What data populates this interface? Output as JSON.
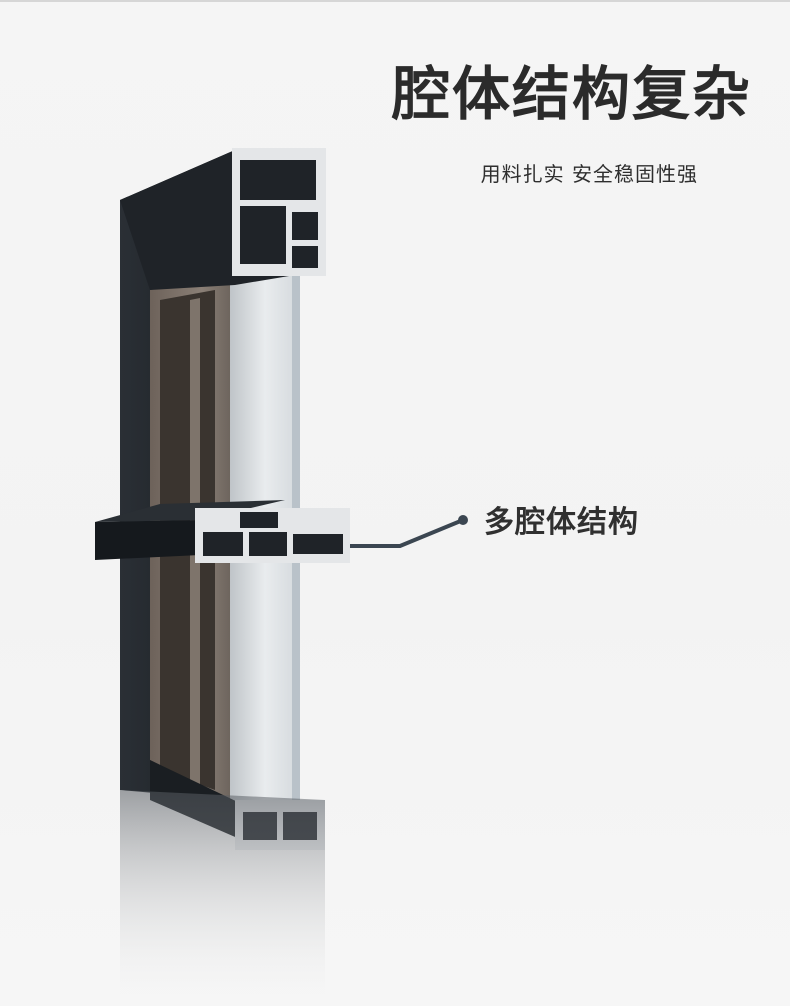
{
  "headline": "腔体结构复杂",
  "subline": "用料扎实 安全稳固性强",
  "callout": "多腔体结构",
  "colors": {
    "frame": "#252a30",
    "frame_dark": "#15191d",
    "aluminum": "#e6e8ea",
    "callout_line": "#3b4651",
    "text": "#2b2b2b"
  }
}
